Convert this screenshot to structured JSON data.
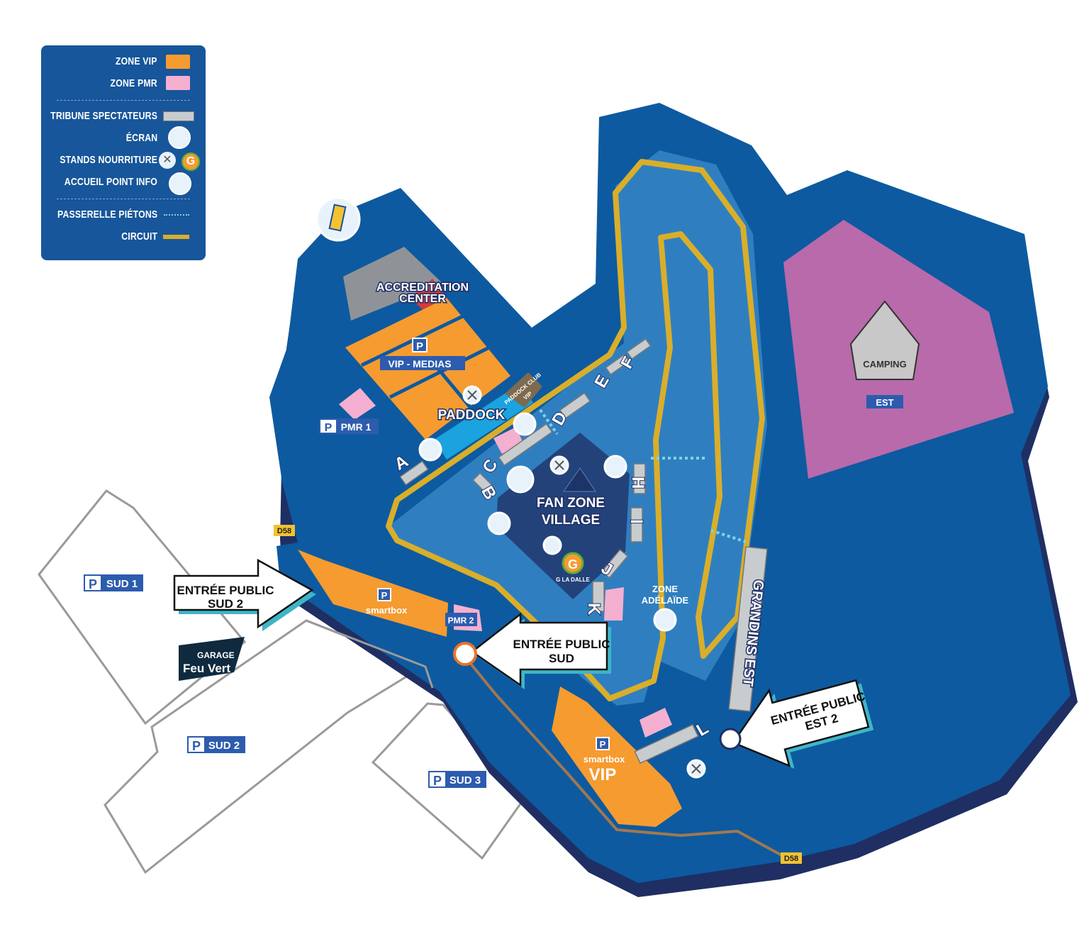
{
  "legend": {
    "items": [
      {
        "label": "ZONE VIP",
        "swatch": "#f59b30"
      },
      {
        "label": "ZONE PMR",
        "swatch": "#f5afd0"
      },
      {
        "label": "TRIBUNE SPECTATEURS",
        "icon": "grandstand-icon"
      },
      {
        "label": "ÉCRAN",
        "icon": "screen-icon"
      },
      {
        "label": "STANDS NOURRITURE",
        "icon": "food-icon"
      },
      {
        "label": "ACCUEIL POINT INFO",
        "icon": "info-point-icon"
      },
      {
        "label": "PASSERELLE PIÉTONS",
        "swatch": "#7fd3e6"
      },
      {
        "label": "CIRCUIT",
        "swatch": "#d9ae2a"
      }
    ]
  },
  "colors": {
    "land": "#0d5aa0",
    "inner": "#2f7fc0",
    "shadow": "#1f2f63",
    "vip": "#f59b30",
    "pmr": "#f5afd0",
    "camping": "#b86aab",
    "circuit": "#d9ae2a",
    "fanzone": "#24427a"
  },
  "labels": {
    "accreditation_1": "ACCREDITATION",
    "accreditation_2": "CENTER",
    "vip_medias": "VIP - MEDIAS",
    "paddock": "PADDOCK",
    "paddock_club": "PADDOCK CLUB",
    "paddock_club_vip": "VIP",
    "pmr1": "PMR 1",
    "pmr2": "PMR 2",
    "fan_zone_1": "FAN ZONE",
    "fan_zone_2": "VILLAGE",
    "g_la_dalle": "G LA DALLE",
    "zone_adelaide_1": "ZONE",
    "zone_adelaide_2": "ADÉLAÏDE",
    "grandins_est": "GRANDINS EST",
    "camping": "CAMPING",
    "est": "EST",
    "smartbox_1": "smartbox",
    "smartbox_2": "smartbox",
    "vip": "VIP",
    "parking_p": "P",
    "road_d58": "D58",
    "garage_1": "GARAGE",
    "garage_2": "Feu Vert"
  },
  "parkings": [
    {
      "label": "SUD 1"
    },
    {
      "label": "SUD 2"
    },
    {
      "label": "SUD 3"
    }
  ],
  "entrances": [
    {
      "line1": "ENTRÉE PUBLIC",
      "line2": "SUD 2"
    },
    {
      "line1": "ENTRÉE PUBLIC",
      "line2": "SUD"
    },
    {
      "line1": "ENTRÉE PUBLIC",
      "line2": "EST 2"
    }
  ],
  "tribunes": [
    "A",
    "B",
    "C",
    "D",
    "E",
    "F",
    "H",
    "I",
    "J",
    "K",
    "L"
  ]
}
